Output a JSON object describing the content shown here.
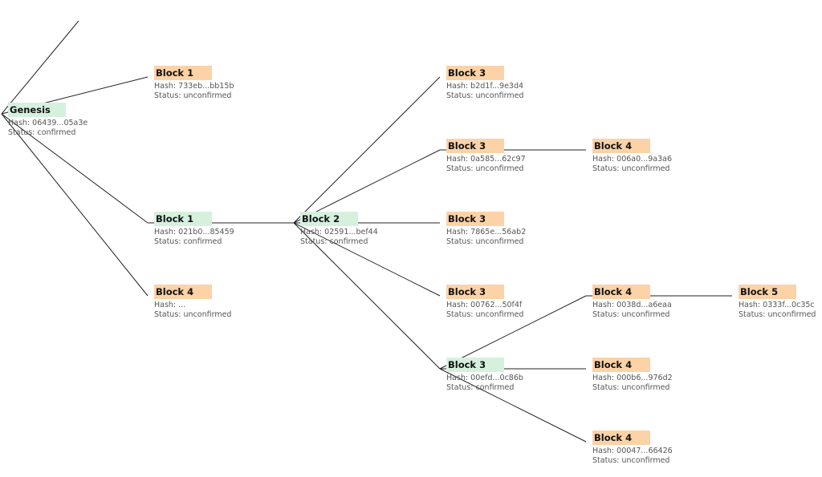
{
  "labels": {
    "hash": "Hash:",
    "status": "Status:"
  },
  "statuses": {
    "confirmed": "confirmed",
    "unconfirmed": "unconfirmed"
  },
  "colors": {
    "confirmed_tag": "#d6f0de",
    "unconfirmed_tag": "#fcd2a7",
    "edge": "#222222"
  },
  "blocks": [
    {
      "id": "genesis",
      "title": "Genesis",
      "hash": "06439...05a3e",
      "status": "confirmed",
      "parent": ""
    },
    {
      "id": "b1a",
      "title": "Block 1",
      "hash": "733eb...bb15b",
      "status": "unconfirmed",
      "parent": "genesis"
    },
    {
      "id": "b1b",
      "title": "Block 1",
      "hash": "021b0...85459",
      "status": "confirmed",
      "parent": "genesis"
    },
    {
      "id": "b4x",
      "title": "Block 4",
      "hash": "...",
      "status": "unconfirmed",
      "parent": "genesis"
    },
    {
      "id": "b2",
      "title": "Block 2",
      "hash": "02591...bef44",
      "status": "confirmed",
      "parent": "b1b"
    },
    {
      "id": "b3a",
      "title": "Block 3",
      "hash": "b2d1f...9e3d4",
      "status": "unconfirmed",
      "parent": "b2"
    },
    {
      "id": "b3b",
      "title": "Block 3",
      "hash": "0a585...62c97",
      "status": "unconfirmed",
      "parent": "b2"
    },
    {
      "id": "b3c",
      "title": "Block 3",
      "hash": "7865e...56ab2",
      "status": "unconfirmed",
      "parent": "b2"
    },
    {
      "id": "b3d",
      "title": "Block 3",
      "hash": "00762...50f4f",
      "status": "unconfirmed",
      "parent": "b2"
    },
    {
      "id": "b3e",
      "title": "Block 3",
      "hash": "00efd...0c86b",
      "status": "confirmed",
      "parent": "b2"
    },
    {
      "id": "b4a",
      "title": "Block 4",
      "hash": "006a0...9a3a6",
      "status": "unconfirmed",
      "parent": "b3b"
    },
    {
      "id": "b4b",
      "title": "Block 4",
      "hash": "0038d...a6eaa",
      "status": "unconfirmed",
      "parent": "b3e"
    },
    {
      "id": "b4c",
      "title": "Block 4",
      "hash": "000b6...976d2",
      "status": "unconfirmed",
      "parent": "b3e"
    },
    {
      "id": "b4d",
      "title": "Block 4",
      "hash": "00047...66426",
      "status": "unconfirmed",
      "parent": "b3e"
    },
    {
      "id": "b5",
      "title": "Block 5",
      "hash": "0333f...0c35c",
      "status": "unconfirmed",
      "parent": "b4b"
    }
  ]
}
